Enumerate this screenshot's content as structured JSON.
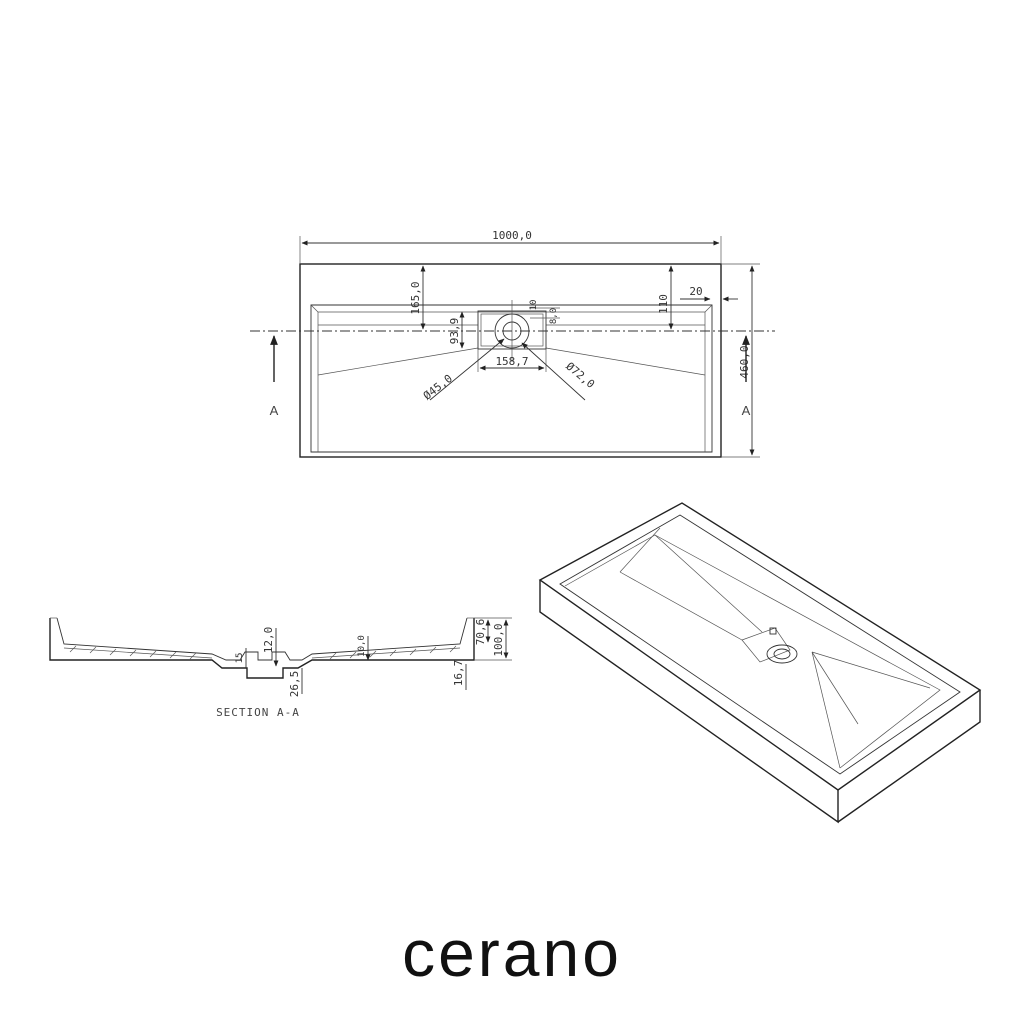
{
  "brand": {
    "name": "cerano"
  },
  "plan_view": {
    "dimensions": {
      "overall_width": "1000,0",
      "overall_depth": "460,0",
      "rim_to_centerline": "165,0",
      "drain_offset": "93,9",
      "drain_cover_width": "158,7",
      "drain_diameter": "Ø45,0",
      "outer_diameter": "Ø72,0",
      "rim_depth": "110",
      "rim_width": "20",
      "slot_a": "10",
      "slot_b": "8,0"
    },
    "section_mark_left": "A",
    "section_mark_right": "A"
  },
  "section_view": {
    "title": "SECTION A-A",
    "dimensions": {
      "depth_a": "12,0",
      "depth_b": "15",
      "depth_c": "26,5",
      "depth_d": "10,0",
      "depth_e": "70,6",
      "height_total": "100,0",
      "base_height": "16,7"
    }
  },
  "iso_view": {
    "label": ""
  }
}
